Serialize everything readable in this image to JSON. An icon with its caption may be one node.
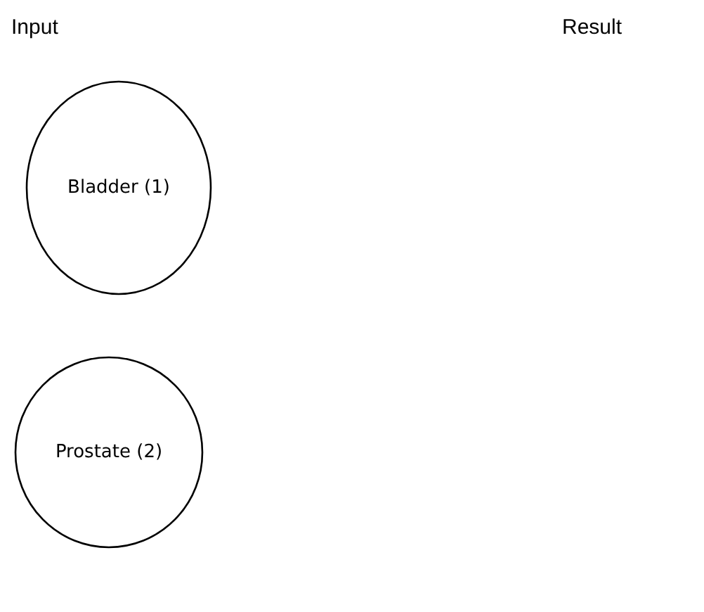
{
  "diagram": {
    "nodes": [
      {
        "text": [
          "Bladder (1)"
        ]
      },
      {
        "text": [
          "Prostate (2)"
        ]
      }
    ],
    "labels": [
      "Input",
      "Result"
    ]
  }
}
